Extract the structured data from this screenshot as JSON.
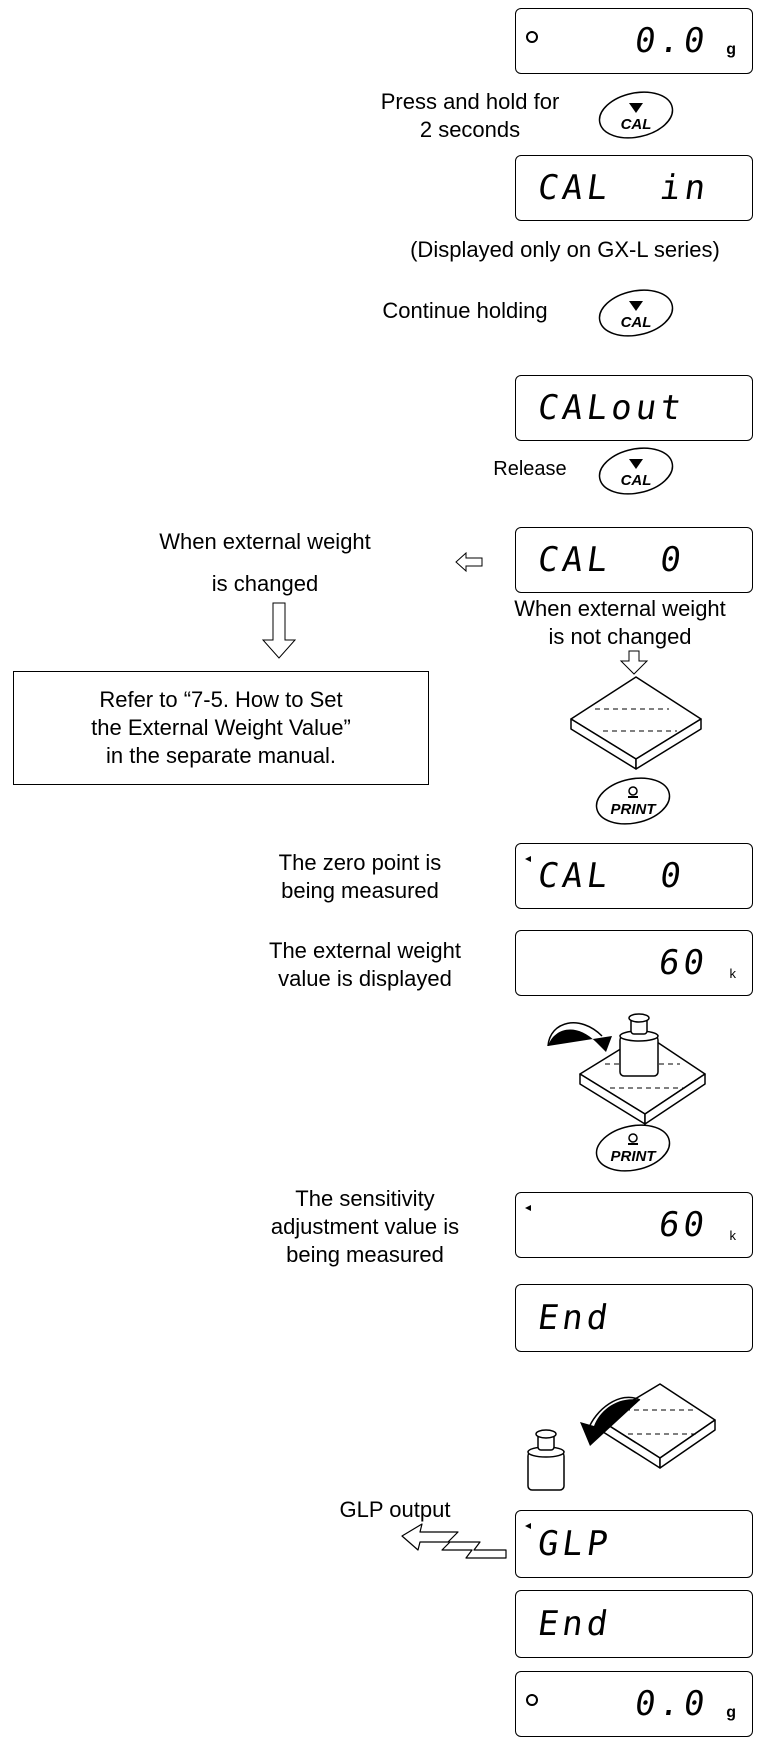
{
  "displays": [
    {
      "text": "0.0",
      "unit": "g",
      "indicator": "dot",
      "align": "right"
    },
    {
      "text": "CAL  in",
      "unit": "",
      "indicator": "",
      "align": "left"
    },
    {
      "text": "CALout",
      "unit": "",
      "indicator": "",
      "align": "left"
    },
    {
      "text": "CAL  0",
      "unit": "",
      "indicator": "",
      "align": "left"
    },
    {
      "text": "CAL  0",
      "unit": "",
      "indicator": "triangle",
      "align": "left"
    },
    {
      "text": "60",
      "unit": "k",
      "indicator": "",
      "align": "right"
    },
    {
      "text": "60",
      "unit": "k",
      "indicator": "triangle",
      "align": "right"
    },
    {
      "text": "End",
      "unit": "",
      "indicator": "",
      "align": "left"
    },
    {
      "text": "GLP",
      "unit": "",
      "indicator": "triangle",
      "align": "left"
    },
    {
      "text": "End",
      "unit": "",
      "indicator": "",
      "align": "left"
    },
    {
      "text": "0.0",
      "unit": "g",
      "indicator": "dot",
      "align": "right"
    }
  ],
  "buttons": {
    "cal": "CAL",
    "print": "PRINT"
  },
  "labels": {
    "press_hold_1": "Press and hold for",
    "press_hold_2": "2 seconds",
    "gxl_note": "(Displayed only on GX-L series)",
    "continue": "Continue holding",
    "release": "Release",
    "changed_1": "When external weight",
    "changed_2": "is changed",
    "not_changed_1": "When external weight",
    "not_changed_2": "is not changed",
    "zero_1": "The zero point is",
    "zero_2": "being measured",
    "ext_1": "The external weight",
    "ext_2": "value is displayed",
    "sens_1": "The sensitivity",
    "sens_2": "adjustment value is",
    "sens_3": "being measured",
    "glp": "GLP output"
  },
  "note": {
    "line1": "Refer to “7-5. How to Set",
    "line2": "the External Weight Value”",
    "line3": "in the separate manual."
  }
}
